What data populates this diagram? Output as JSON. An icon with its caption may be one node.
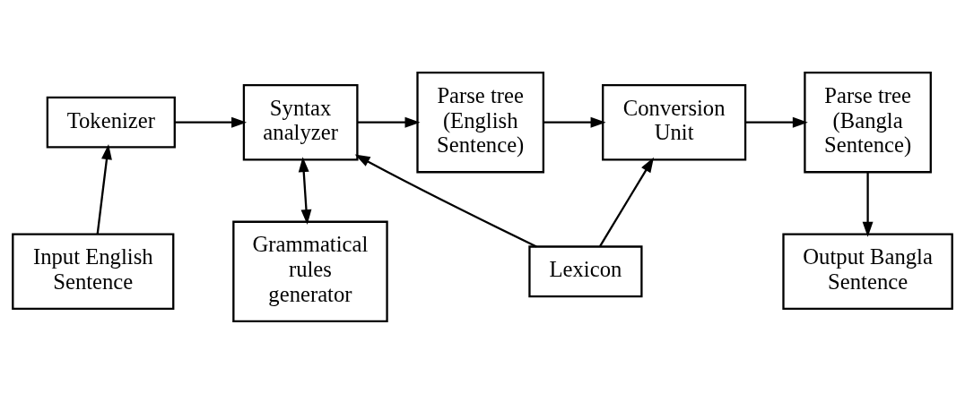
{
  "diagram": {
    "nodes": [
      {
        "text": [
          "Grammatical rules generator"
        ]
      },
      {
        "text": [
          "Tokenizer"
        ]
      },
      {
        "text": [
          "Syntax analyzer"
        ]
      },
      {
        "text": [
          "Parse tree (English Sentence)"
        ]
      },
      {
        "text": [
          "Conversion Unit"
        ]
      },
      {
        "text": [
          "Parse tree (Bangla Sentence)"
        ]
      },
      {
        "text": [
          "Input English Sentence"
        ]
      },
      {
        "text": [
          "Lexicon"
        ]
      },
      {
        "text": [
          "Output Bangla Sentence"
        ]
      }
    ],
    "edges": [
      {
        "from": 6,
        "to": 1,
        "arrow": "to"
      },
      {
        "from": 1,
        "to": 2,
        "arrow": "to"
      },
      {
        "from": 2,
        "to": 0,
        "arrow": "both"
      },
      {
        "from": 7,
        "to": 2,
        "arrow": "to"
      },
      {
        "from": 2,
        "to": 3,
        "arrow": "to"
      },
      {
        "from": 3,
        "to": 4,
        "arrow": "to"
      },
      {
        "from": 7,
        "to": 4,
        "arrow": "to"
      },
      {
        "from": 4,
        "to": 5,
        "arrow": "to"
      },
      {
        "from": 5,
        "to": 8,
        "arrow": "to"
      }
    ]
  }
}
